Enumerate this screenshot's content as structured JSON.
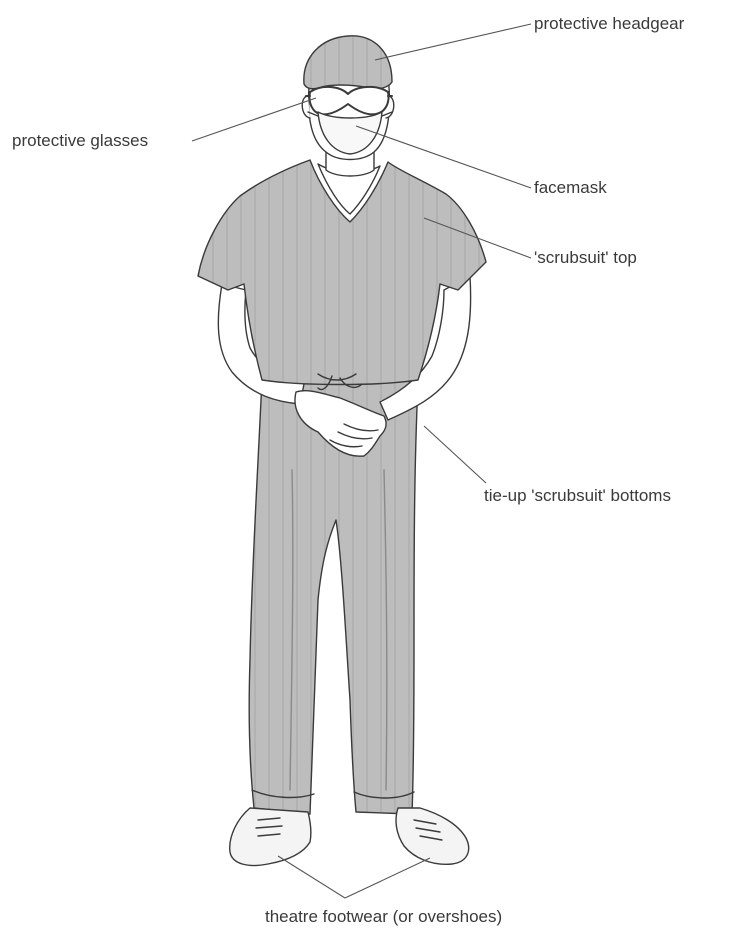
{
  "labels": {
    "headgear": "protective headgear",
    "glasses": "protective glasses",
    "facemask": "facemask",
    "top": "'scrubsuit' top",
    "bottoms": "tie-up 'scrubsuit' bottoms",
    "footwear": "theatre footwear (or overshoes)"
  },
  "colors": {
    "scrubs": "#bcbcbc",
    "skin": "#ffffff",
    "outline": "#3a3a3a",
    "leader_line": "#555555",
    "text": "#3a3a3a"
  }
}
